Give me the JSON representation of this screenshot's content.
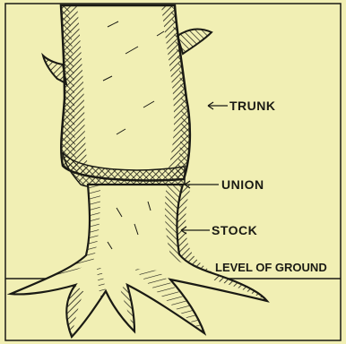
{
  "diagram": {
    "labels": {
      "trunk": "TRUNK",
      "union": "UNION",
      "stock": "STOCK",
      "ground": "LEVEL OF GROUND"
    },
    "colors": {
      "paper": "#f1efb4",
      "ink": "#1a1a14"
    }
  }
}
